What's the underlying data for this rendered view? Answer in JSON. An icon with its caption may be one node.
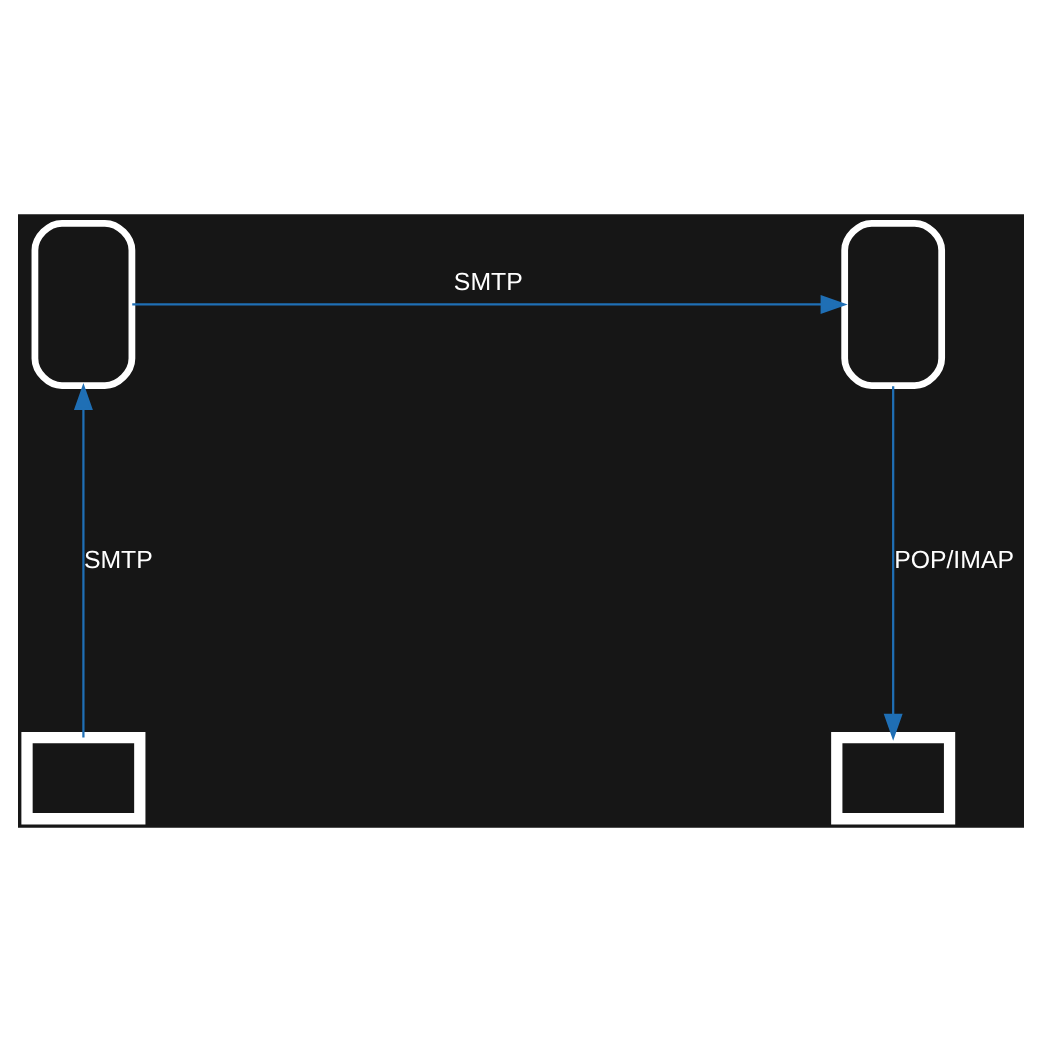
{
  "diagram": {
    "nodes": [
      {
        "text": [],
        "shape": "server"
      },
      {
        "text": [],
        "shape": "server"
      },
      {
        "text": [],
        "shape": "computer"
      },
      {
        "text": [],
        "shape": "computer"
      }
    ],
    "edges": [
      {
        "from": 2,
        "to": 0,
        "arrow": "to",
        "label": "SMTP"
      },
      {
        "from": 0,
        "to": 1,
        "arrow": "to",
        "label": "SMTP"
      },
      {
        "from": 1,
        "to": 3,
        "arrow": "to",
        "label": "POP/IMAP"
      }
    ]
  }
}
